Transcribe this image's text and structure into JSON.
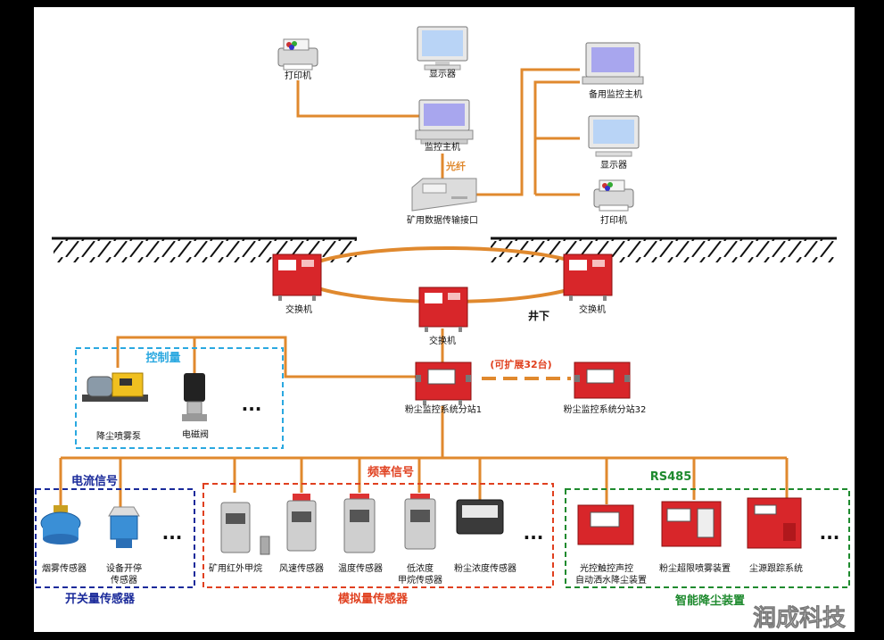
{
  "colors": {
    "line": "#E0892E",
    "cyan_box": "#2AA8E0",
    "blue_box": "#1A2A9A",
    "red_box": "#E0401F",
    "green_box": "#1E8A2E",
    "red_text": "#E0401F",
    "blue_text": "#1A2A9A",
    "green_text": "#1E8A2E",
    "cyan_text": "#2AA8E0",
    "device_red": "#D8262A"
  },
  "surface": {
    "printer_left": "打印机",
    "monitor_top": "显示器",
    "main_host": "监控主机",
    "fiber": "光纤",
    "interface": "矿用数据传输接口",
    "backup_host": "备用监控主机",
    "monitor_right": "显示器",
    "printer_right": "打印机"
  },
  "underground": {
    "label": "井下",
    "switch_left": "交换机",
    "switch_center": "交换机",
    "switch_right": "交换机"
  },
  "substation": {
    "station1": "粉尘监控系统分站1",
    "station32": "粉尘监控系统分站32",
    "expand": "(可扩展32台)"
  },
  "control": {
    "title": "控制量",
    "items": [
      "降尘喷雾泵",
      "电磁阀"
    ],
    "ellipsis": "..."
  },
  "current_group": {
    "title": "电流信号",
    "footer": "开关量传感器",
    "items": [
      "烟雾传感器",
      "设备开停\n传感器"
    ],
    "ellipsis": "..."
  },
  "frequency_group": {
    "title": "频率信号",
    "footer": "模拟量传感器",
    "items": [
      "矿用红外甲烷",
      "风速传感器",
      "温度传感器",
      "低浓度\n甲烷传感器",
      "粉尘浓度传感器"
    ],
    "ellipsis": "..."
  },
  "rs485_group": {
    "title": "RS485",
    "footer": "智能降尘装置",
    "items": [
      "光控触控声控\n自动洒水降尘装置",
      "粉尘超限喷雾装置",
      "尘源跟踪系统"
    ],
    "ellipsis": "..."
  },
  "watermark": "润成科技"
}
